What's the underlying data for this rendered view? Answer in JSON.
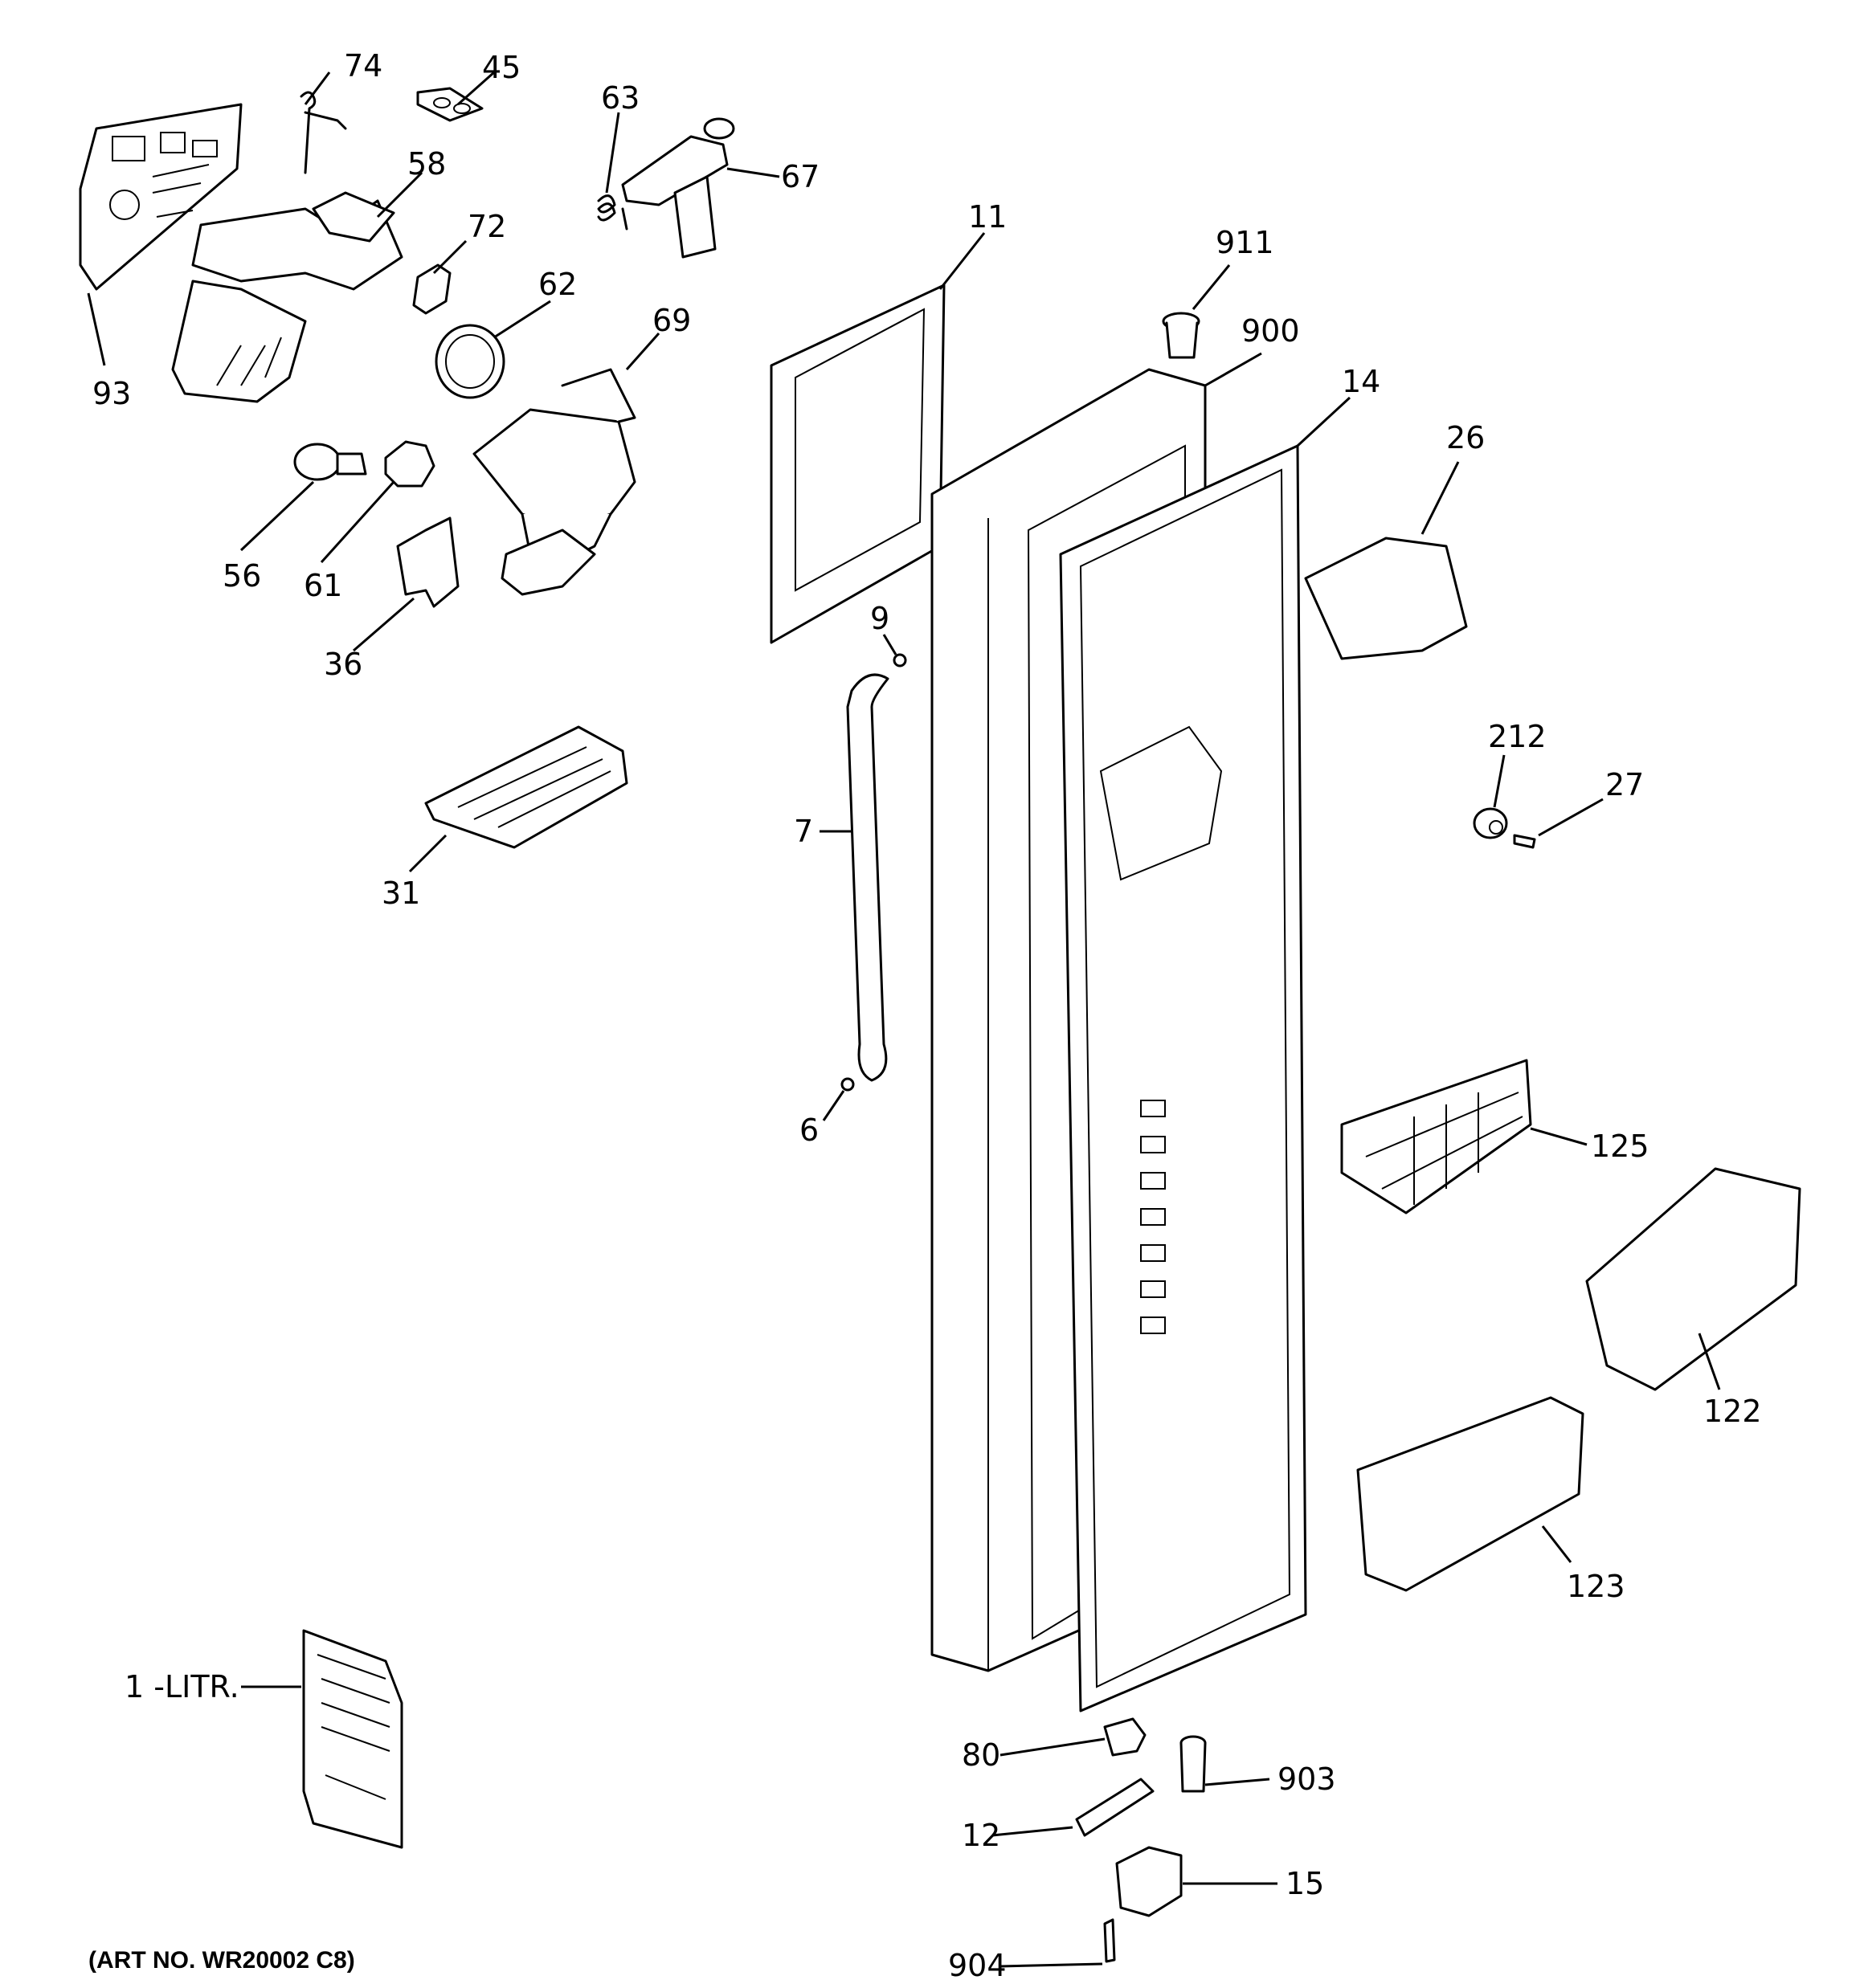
{
  "labels": {
    "p74": "74",
    "p45": "45",
    "p63": "63",
    "p67": "67",
    "p58": "58",
    "p72": "72",
    "p62": "62",
    "p69": "69",
    "p93": "93",
    "p56": "56",
    "p61": "61",
    "p36": "36",
    "p31": "31",
    "p11": "11",
    "p911": "911",
    "p900": "900",
    "p14": "14",
    "p26": "26",
    "p9": "9",
    "p7": "7",
    "p6": "6",
    "p212": "212",
    "p27": "27",
    "p125": "125",
    "p122": "122",
    "p123": "123",
    "p1": "1 -LITR.",
    "p80": "80",
    "p903": "903",
    "p12": "12",
    "p15": "15",
    "p904": "904"
  },
  "footer": {
    "art_no": "(ART NO. WR20002 C8)"
  }
}
